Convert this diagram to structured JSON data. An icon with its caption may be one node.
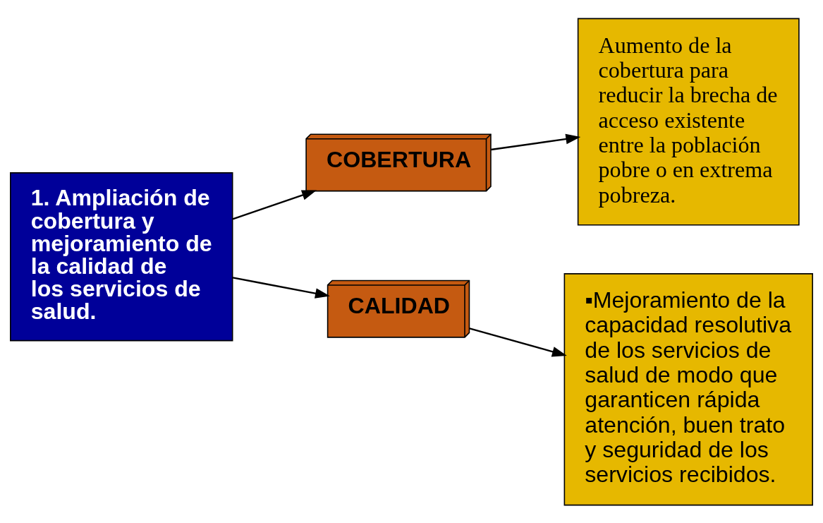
{
  "diagram": {
    "nodes": [
      {
        "text": [
          "1. Ampliación de cobertura y mejoramiento de la calidad de los servicios de salud."
        ]
      },
      {
        "text": [
          "COBERTURA"
        ]
      },
      {
        "text": [
          "Aumento de la cobertura para reducir la brecha de acceso existente entre la población pobre o en extrema pobreza."
        ]
      },
      {
        "text": [
          "CALIDAD"
        ]
      },
      {
        "text": [
          "▪Mejoramiento de la capacidad resolutiva de los servicios de salud de modo que garanticen rápida atención, buen trato y seguridad de los servicios recibidos."
        ]
      }
    ],
    "edges": [
      {
        "from": 0,
        "to": 1,
        "arrow": "to"
      },
      {
        "from": 0,
        "to": 3,
        "arrow": "to"
      },
      {
        "from": 1,
        "to": 2,
        "arrow": "to"
      },
      {
        "from": 3,
        "to": 4,
        "arrow": "to"
      }
    ]
  }
}
